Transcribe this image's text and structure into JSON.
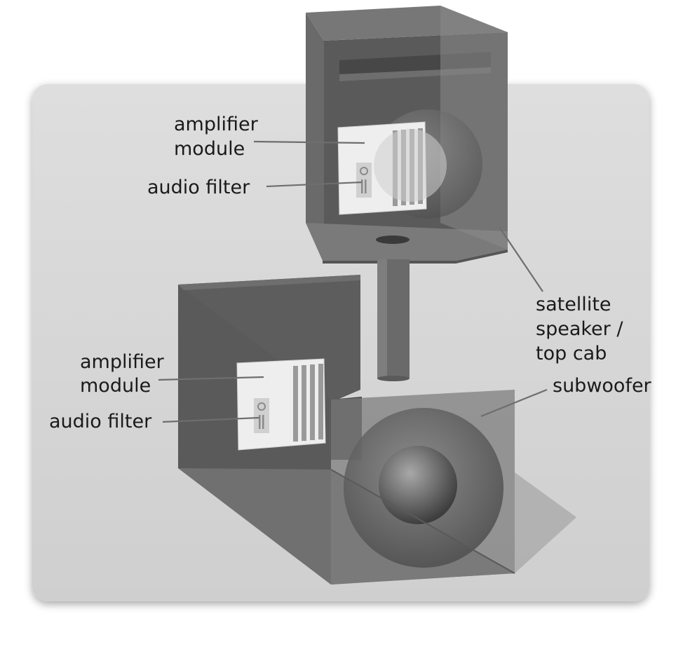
{
  "labels": {
    "top_amp_line1": "amplifier",
    "top_amp_line2": "module",
    "top_filter": "audio filter",
    "bottom_amp_line1": "amplifier",
    "bottom_amp_line2": "module",
    "bottom_filter": "audio filter",
    "satellite_line1": "satellite",
    "satellite_line2": "speaker /",
    "satellite_line3": "top cab",
    "subwoofer": "subwoofer"
  },
  "colors": {
    "panel": "#dcdcdc",
    "cabinet_dark": "#555555",
    "cabinet_mid": "#6b6b6b",
    "cabinet_light": "#8a8a8a",
    "module_face": "#eeeeee",
    "label_text": "#1a1a1a"
  }
}
